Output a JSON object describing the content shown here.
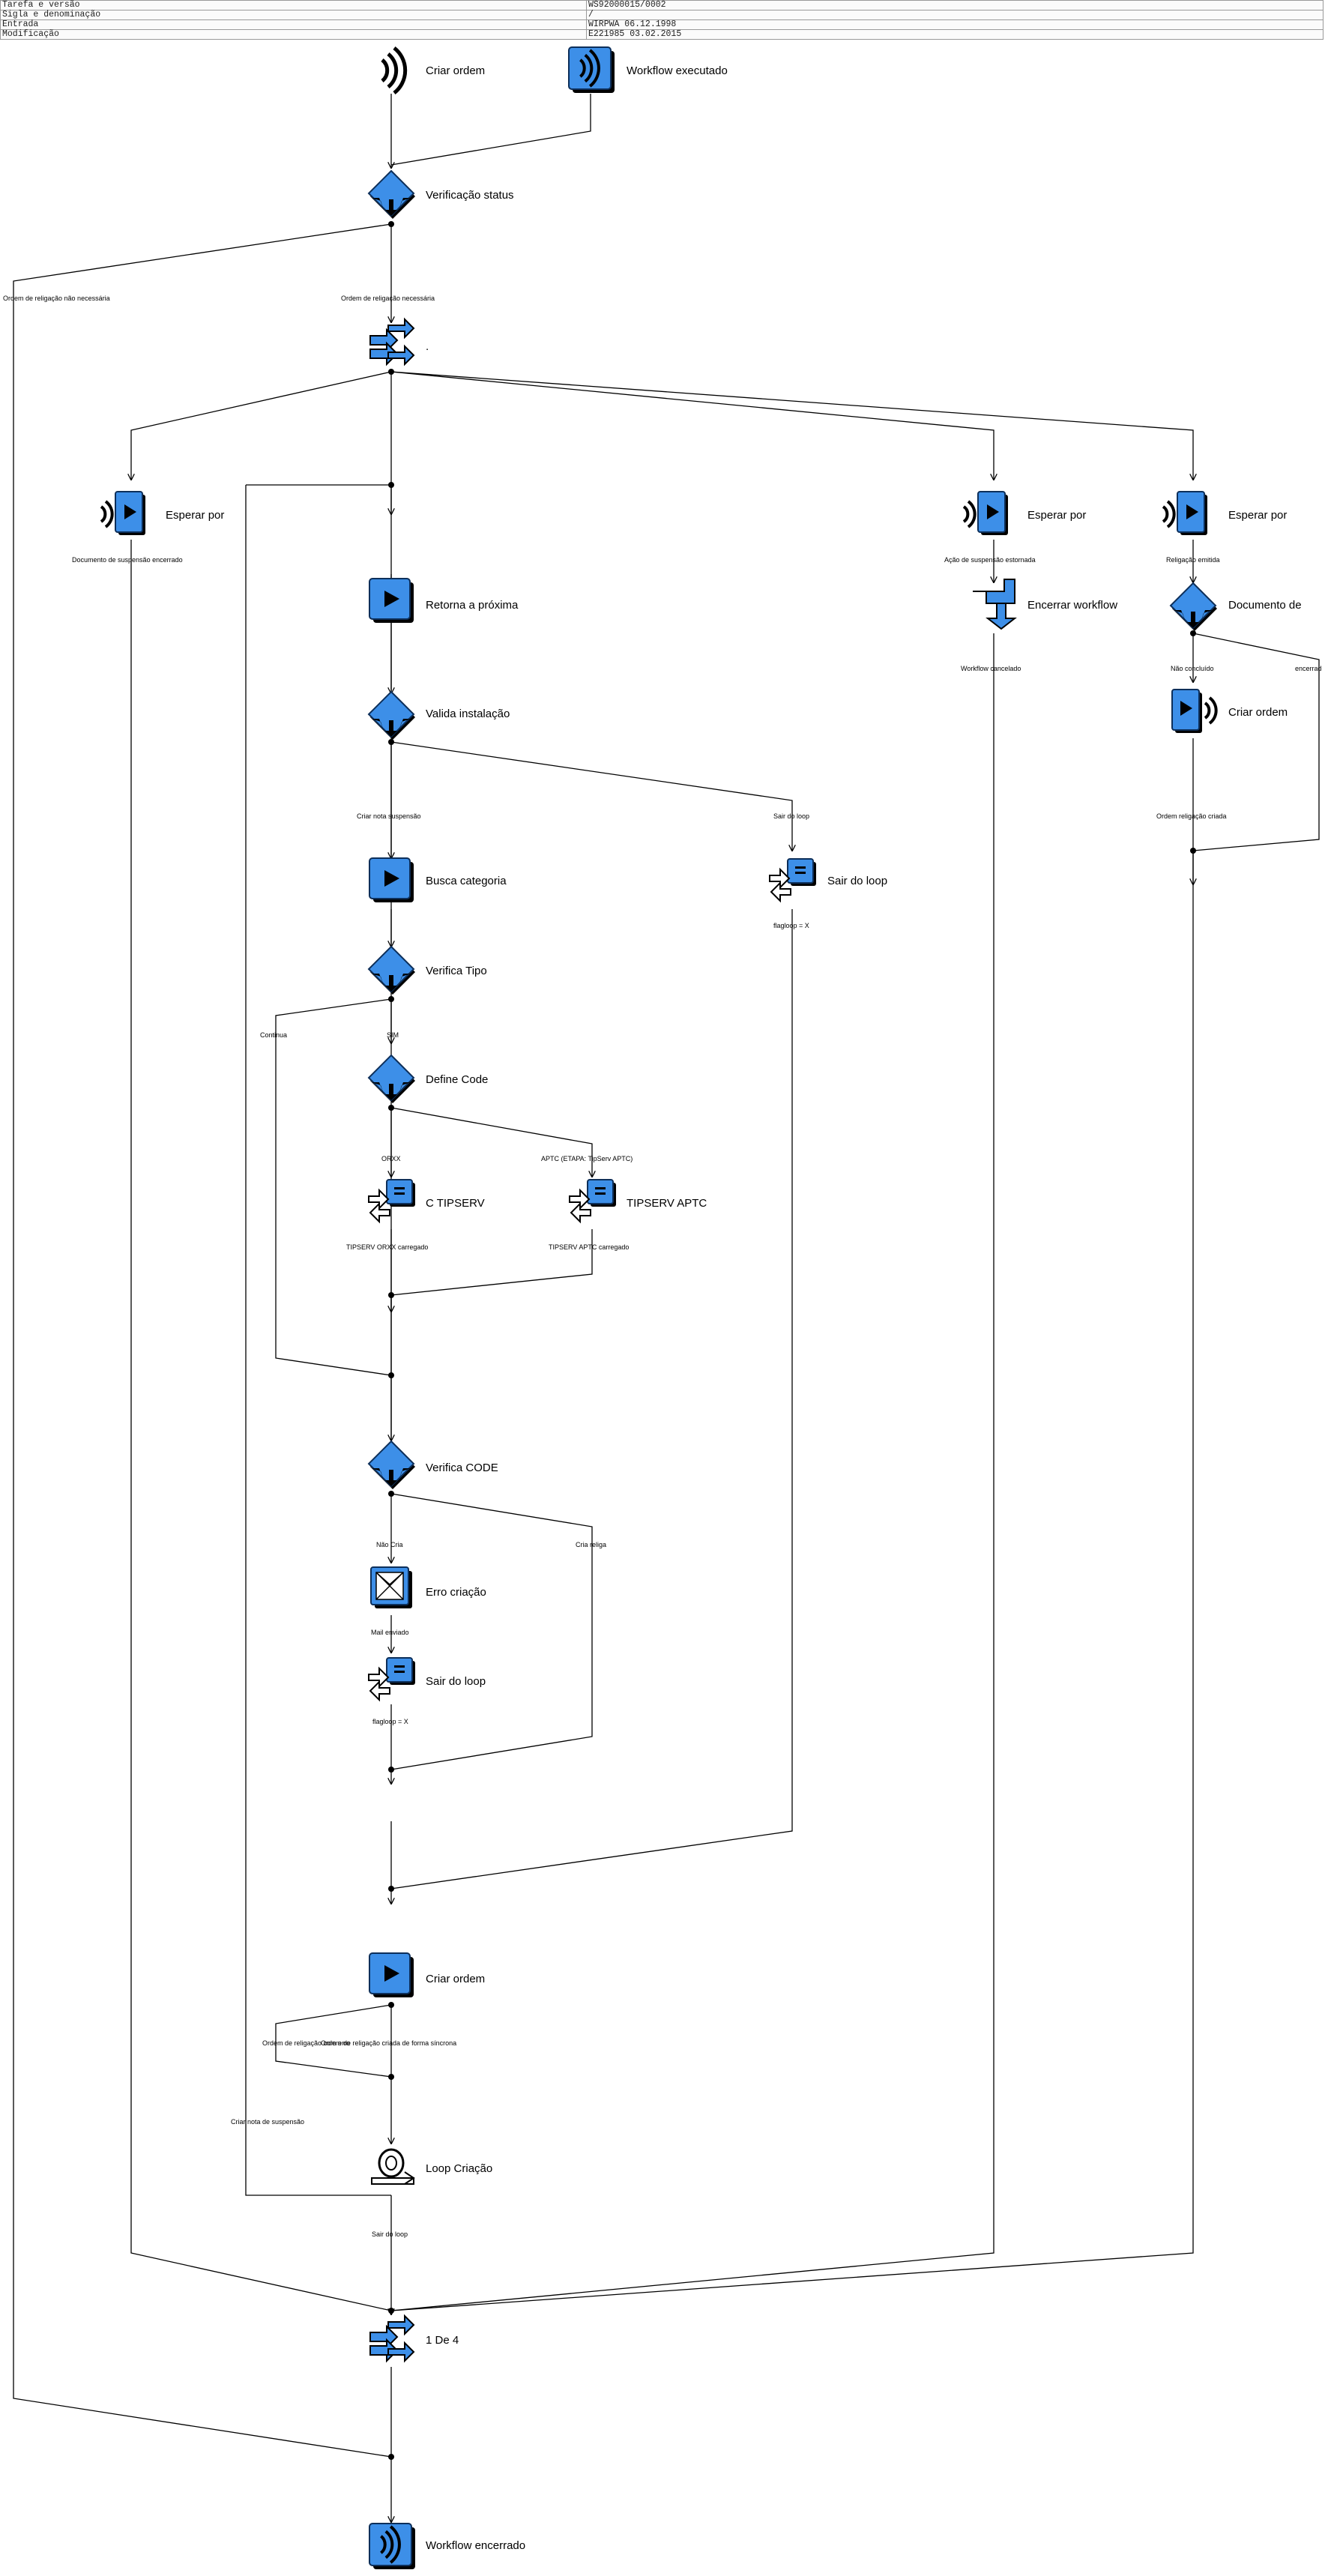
{
  "header": {
    "rows": [
      {
        "key": "Tarefa e versão",
        "value": "WS92000015/0002"
      },
      {
        "key": "Sigla e denominação",
        "value": "/"
      },
      {
        "key": "Entrada",
        "value": "WIRPWA 06.12.1998"
      },
      {
        "key": "Modificação",
        "value": "E221985 03.02.2015"
      }
    ]
  },
  "steps": {
    "criar_ordem_evt": "Criar ordem",
    "workflow_executado": "Workflow executado",
    "verificacao_status": "Verificação status",
    "fork_top": ".",
    "esperar_por_1": "Esperar por",
    "esperar_por_2": "Esperar por",
    "esperar_por_3": "Esperar por",
    "encerrar_workflow": "Encerrar workflow",
    "documento_de": "Documento de",
    "criar_ordem_right": "Criar ordem",
    "retorna_proxima": "Retorna a próxima",
    "valida_instalacao": "Valida instalação",
    "busca_categoria": "Busca categoria",
    "sair_loop_1": "Sair do loop",
    "verifica_tipo": "Verifica Tipo",
    "define_code": "Define Code",
    "c_tipserv": "C TIPSERV",
    "tipserv_aptc": "TIPSERV APTC",
    "verifica_code": "Verifica CODE",
    "erro_criacao": "Erro criação",
    "sair_loop_2": "Sair do loop",
    "criar_ordem_main": "Criar ordem",
    "loop_criacao": "Loop Criação",
    "fork_bottom": "1 De 4",
    "workflow_encerrado": "Workflow encerrado"
  },
  "edges": {
    "ordem_religacao_nao_necessaria": "Ordem de religação não necessária",
    "ordem_religacao_necessaria": "Ordem de religação necessária",
    "documento_suspensao_encerrado": "Documento de suspensão encerrado",
    "acao_suspensao_estornada": "Ação de suspensão estornada",
    "religacao_emitida": "Religação emitida",
    "workflow_cancelado": "Workflow cancelado",
    "nao_concluido": "Não concluído",
    "encerrado": "encerrad",
    "ordem_religacao_criada": "Ordem religação criada",
    "criar_nota_suspensao_1": "Criar nota suspensão",
    "sair_do_loop": "Sair do loop",
    "flagloop_x_1": "flagloop = X",
    "continua": "Continua",
    "sim": "SIM",
    "orxx": "ORXX",
    "aptc": "APTC (ETAPA: TipServ APTC)",
    "tipserv_orxx_carregado": "TIPSERV ORXX carregado",
    "tipserv_aptc_carregado": "TIPSERV APTC carregado",
    "nao_cria": "Não Cria",
    "cria_religa": "Cria religa",
    "mail_enviado": "Mail enviado",
    "flagloop_x_2": "flagloop = X",
    "ordem_religacao_erro": "Ordem de religação com erro",
    "ordem_religacao_forma_sincrona": "Ordem de religação criada de forma síncrona",
    "criar_nota_suspensao_2": "Criar nota de suspensão",
    "sair_do_loop_2": "Sair do loop"
  },
  "colors": {
    "step_blue": "#3d8fe8",
    "step_shadow": "#000000",
    "line": "#000000"
  }
}
